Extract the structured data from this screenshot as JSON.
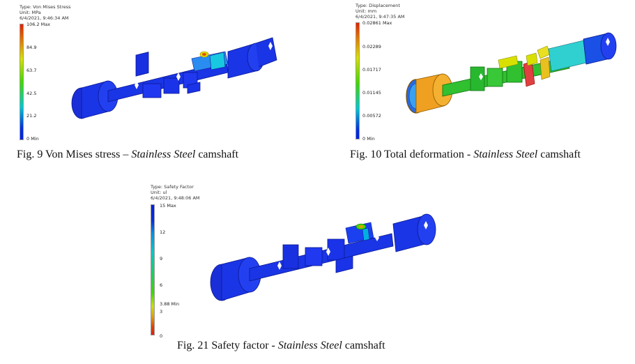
{
  "panels": [
    {
      "type_line": "Type: Von Mises Stress",
      "unit_line": "Unit: MPa",
      "time_line": "6/4/2021, 9:46:34 AM",
      "ticks": [
        "106.2 Max",
        "84.9",
        "63.7",
        "42.5",
        "21.2",
        "0 Min"
      ],
      "caption": {
        "prefix": "Fig. 9  Von Mises stress – ",
        "italic": "Stainless Steel",
        "suffix": " camshaft"
      }
    },
    {
      "type_line": "Type: Displacement",
      "unit_line": "Unit: mm",
      "time_line": "6/4/2021, 9:47:35 AM",
      "ticks": [
        "0.02861 Max",
        "0.02289",
        "0.01717",
        "0.01145",
        "0.00572",
        "0 Min"
      ],
      "caption": {
        "prefix": "Fig. 10  Total deformation - ",
        "italic": "Stainless Steel",
        "suffix": " camshaft"
      }
    },
    {
      "type_line": "Type: Safety Factor",
      "unit_line": "Unit: ul",
      "time_line": "6/4/2021, 9:48:06 AM",
      "ticks": [
        "15 Max",
        "12",
        "9",
        "6",
        "3.88 Min",
        "3",
        "0"
      ],
      "caption": {
        "prefix": "Fig. 21  Safety factor - ",
        "italic": "Stainless Steel",
        "suffix": " camshaft"
      }
    }
  ],
  "colors": {
    "stress_bar": [
      "#e02000",
      "#e0a000",
      "#c8e000",
      "#30d000",
      "#00c8c8",
      "#0020e0"
    ],
    "deform_bar": [
      "#e02000",
      "#e0a000",
      "#c8e000",
      "#30d000",
      "#00c8c8",
      "#0020e0"
    ],
    "safety_bar": [
      "#0020e0",
      "#00a0e0",
      "#00d0a0",
      "#30d000",
      "#c8e000",
      "#e0a000",
      "#e02000"
    ]
  }
}
